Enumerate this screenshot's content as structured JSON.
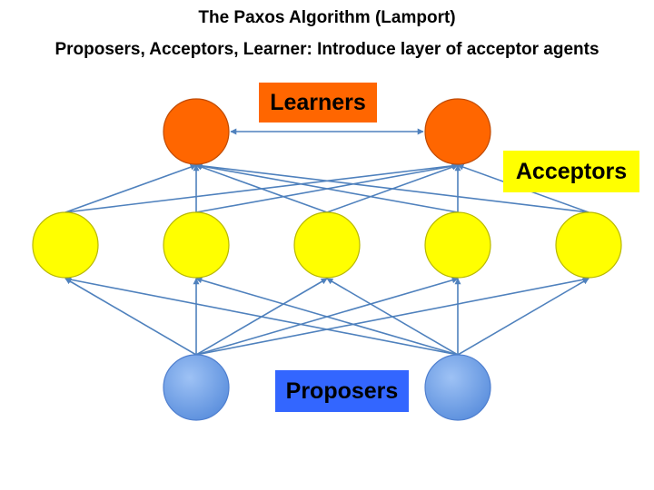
{
  "title": {
    "line1": "The Paxos Algorithm (Lamport)",
    "line2": "Proposers, Acceptors, Learner: Introduce layer of acceptor agents"
  },
  "labels": {
    "learners": "Learners",
    "acceptors": "Acceptors",
    "proposers": "Proposers"
  },
  "colors": {
    "learner_fill": "#FF6600",
    "learner_stroke": "#C04A00",
    "acceptor_fill": "#FFFF00",
    "acceptor_stroke": "#B8B800",
    "proposer_fill": "#6FA0E8",
    "proposer_stroke": "#4F7FCF",
    "edge": "#4F81BD"
  },
  "diagram": {
    "learners": [
      "learner-1",
      "learner-2"
    ],
    "acceptors": [
      "acceptor-1",
      "acceptor-2",
      "acceptor-3",
      "acceptor-4",
      "acceptor-5"
    ],
    "proposers": [
      "proposer-1",
      "proposer-2"
    ],
    "edges_proposer_to_acceptor": "all",
    "edges_acceptor_to_learner": "all",
    "edge_learner_to_learner": "bidirectional"
  }
}
